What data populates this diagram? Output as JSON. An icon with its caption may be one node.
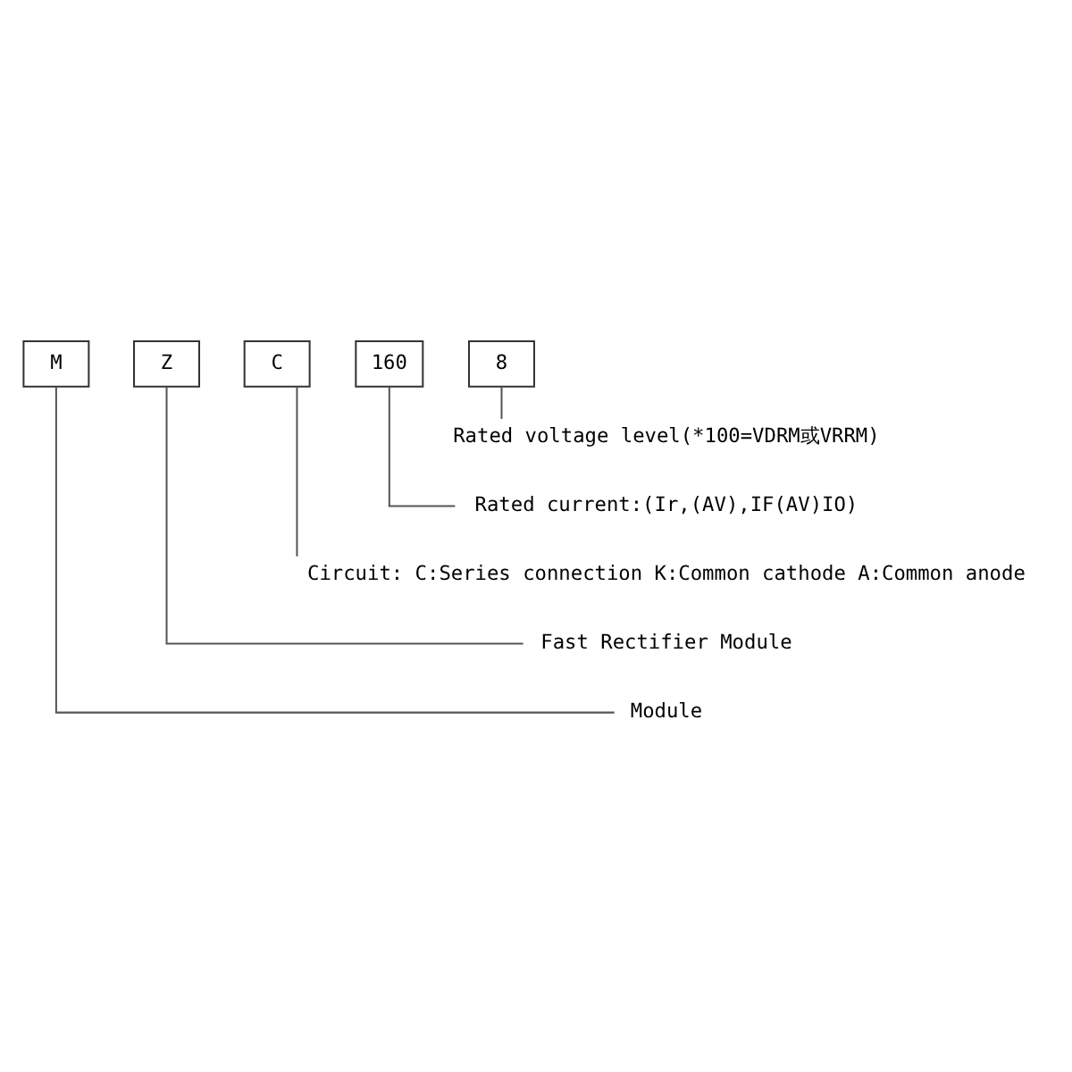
{
  "diagram": {
    "nodes": [
      {
        "text": [
          "M"
        ]
      },
      {
        "text": [
          "Z"
        ]
      },
      {
        "text": [
          "C"
        ]
      },
      {
        "text": [
          "160"
        ]
      },
      {
        "text": [
          "8"
        ]
      },
      {
        "text": [
          "Rated voltage level(*100=VDRM或VRRM)"
        ]
      },
      {
        "text": [
          "Rated current:(Ir,(AV),IF(AV)IO)"
        ]
      },
      {
        "text": [
          "Circuit: C:Series connection K:Common cathode A:Common anode"
        ]
      },
      {
        "text": [
          "Fast Rectifier Module"
        ]
      },
      {
        "text": [
          "Module"
        ]
      }
    ],
    "edges": [
      {
        "from": 4,
        "to": 5,
        "arrow": "none"
      },
      {
        "from": 3,
        "to": 6,
        "arrow": "none"
      },
      {
        "from": 2,
        "to": 7,
        "arrow": "none"
      },
      {
        "from": 1,
        "to": 8,
        "arrow": "none"
      },
      {
        "from": 0,
        "to": 9,
        "arrow": "none"
      }
    ]
  }
}
